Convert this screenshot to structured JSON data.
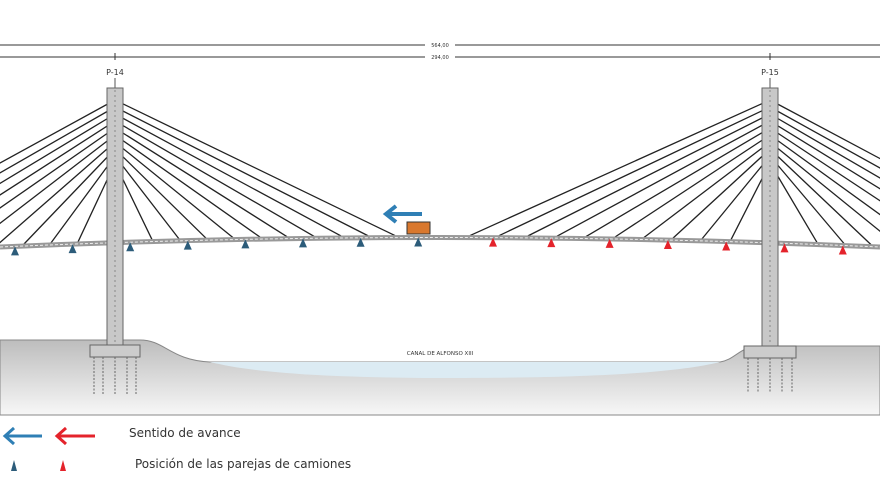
{
  "dimensions": {
    "overall": "564,00",
    "main_span": "294,00"
  },
  "pylons": [
    {
      "label": "P-14"
    },
    {
      "label": "P-15"
    }
  ],
  "canal_label": "CANAL DE ALFONSO XIII",
  "colors": {
    "blue": "#2f7fb5",
    "red": "#e4232b",
    "truck": "#d9782e",
    "ground": "#c9c9c9",
    "water": "#dcebf3"
  },
  "trucks": {
    "blue_count": 8,
    "red_count": 7
  },
  "legend": {
    "direction_label": "Sentido de avance",
    "positions_label": "Posición de las parejas de camiones"
  }
}
